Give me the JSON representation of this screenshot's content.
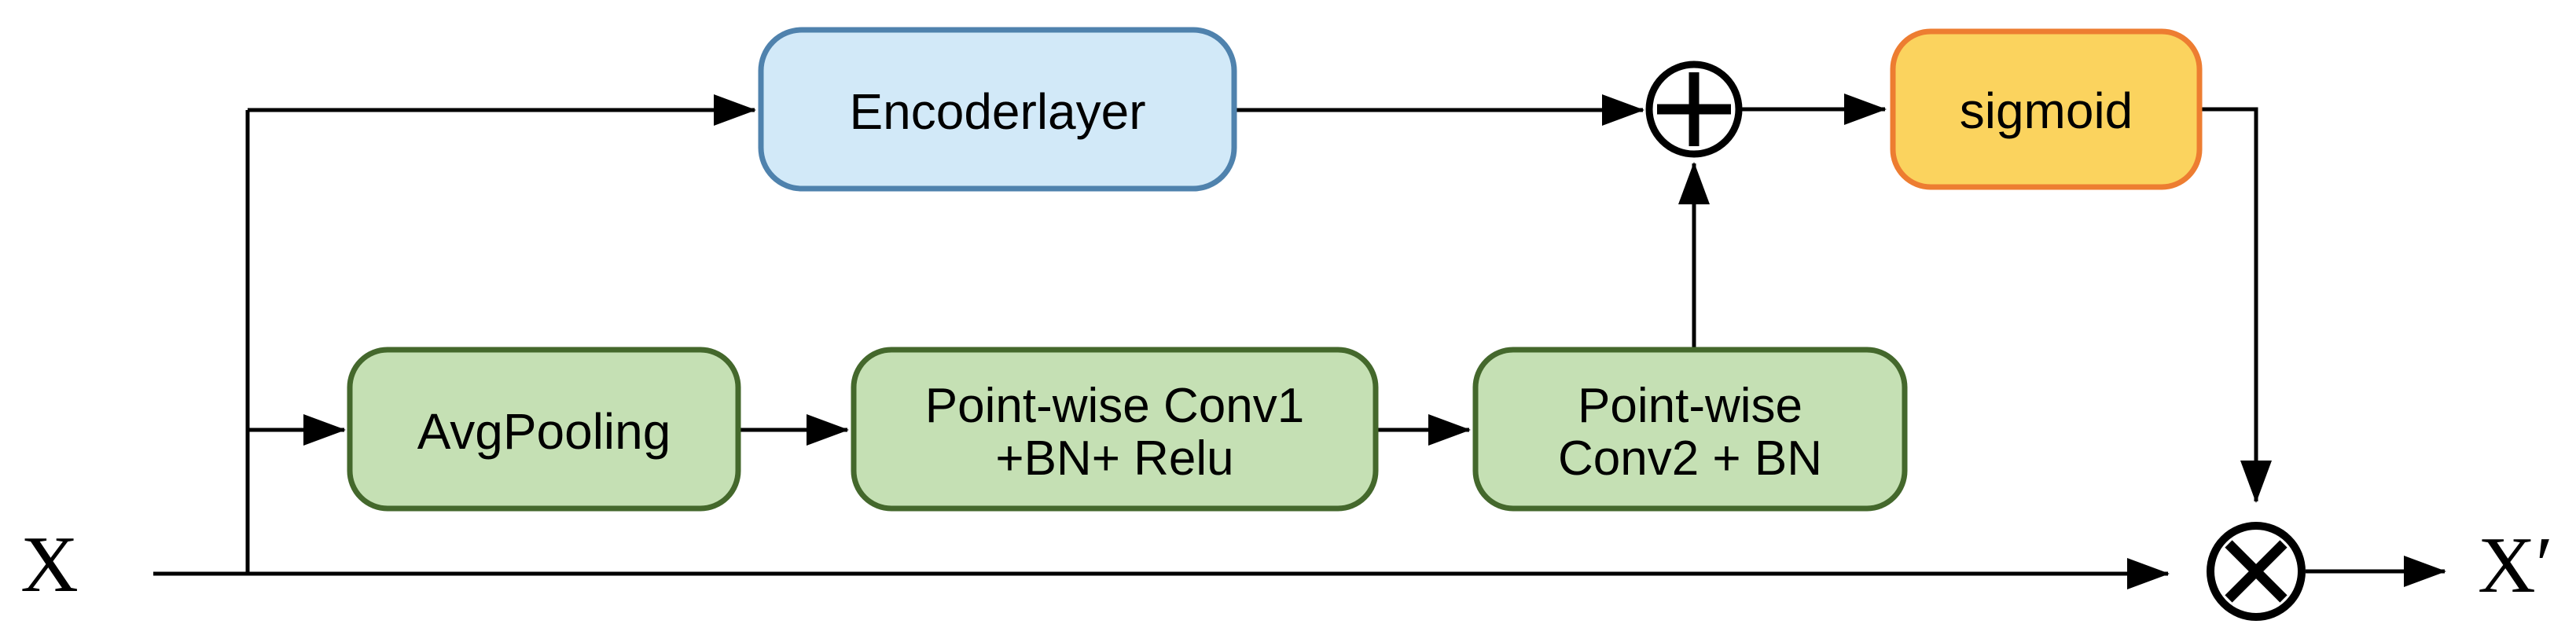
{
  "colors": {
    "line": "#000000",
    "text": "#000000",
    "encoder_fill": "#D2E9F8",
    "encoder_border": "#4F82AD",
    "green_fill": "#C5E0B4",
    "green_border": "#44682C",
    "sigmoid_fill": "#FBD35E",
    "sigmoid_border": "#ED7D31",
    "operator_fill": "#FFFFFF",
    "operator_stroke": "#000000"
  },
  "diagram": {
    "input_label": "X",
    "output_label": "X′",
    "nodes": {
      "encoder": {
        "label": "Encoderlayer"
      },
      "avgpool": {
        "label": "AvgPooling"
      },
      "conv1": {
        "label_line1": "Point-wise Conv1",
        "label_line2": "+BN+ Relu"
      },
      "conv2": {
        "label_line1": "Point-wise",
        "label_line2": "Conv2 + BN"
      },
      "sigmoid": {
        "label": "sigmoid"
      }
    },
    "operators": {
      "add": {
        "icon": "circled-plus-icon"
      },
      "multiply": {
        "icon": "circled-times-icon"
      }
    }
  }
}
